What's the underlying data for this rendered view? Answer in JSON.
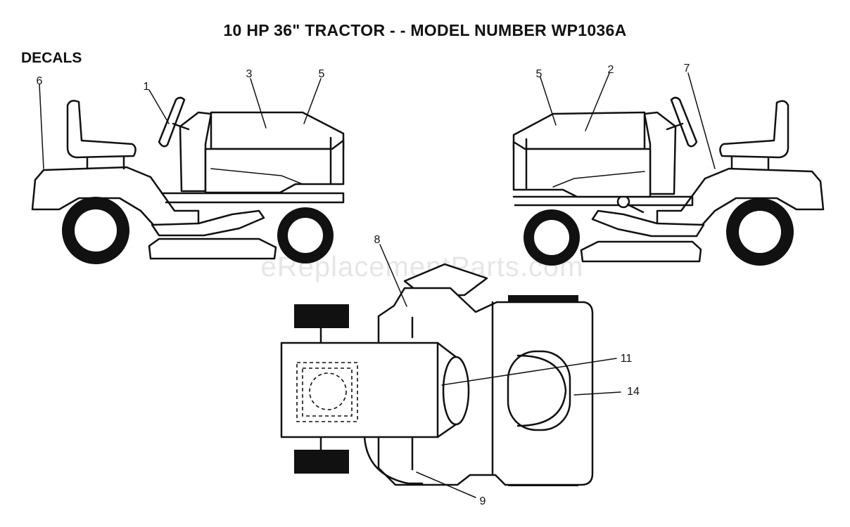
{
  "title": "10 HP 36\" TRACTOR  - - MODEL NUMBER  WP1036A",
  "section": "DECALS",
  "watermark": "eReplacementParts.com",
  "callouts": {
    "c1": "1",
    "c2": "2",
    "c3": "3",
    "c5a": "5",
    "c5b": "5",
    "c6": "6",
    "c7": "7",
    "c8": "8",
    "c9": "9",
    "c11": "11",
    "c14": "14"
  }
}
